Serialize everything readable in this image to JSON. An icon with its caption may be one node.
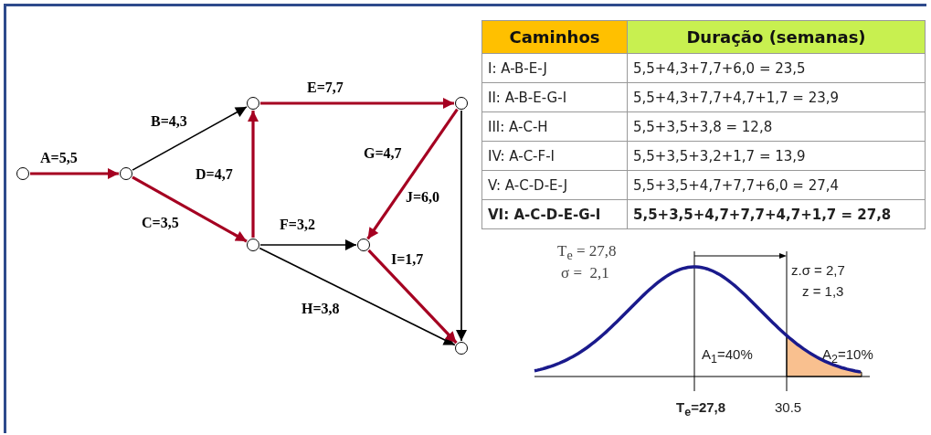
{
  "diagram": {
    "nodes": [
      {
        "text": [],
        "shape": "circle"
      },
      {
        "text": [],
        "shape": "circle"
      },
      {
        "text": [],
        "shape": "circle"
      },
      {
        "text": [],
        "shape": "circle"
      },
      {
        "text": [],
        "shape": "circle"
      },
      {
        "text": [],
        "shape": "circle"
      },
      {
        "text": [],
        "shape": "circle"
      }
    ],
    "edges": [
      {
        "from": 0,
        "to": 1,
        "arrow": "to",
        "label": "A=5,5"
      },
      {
        "from": 1,
        "to": 2,
        "arrow": "to",
        "label": "B=4,3",
        "color": "#000000"
      },
      {
        "from": 1,
        "to": 3,
        "arrow": "to",
        "label": "C=3,5"
      },
      {
        "from": 3,
        "to": 2,
        "arrow": "to",
        "label": "D=4,7"
      },
      {
        "from": 2,
        "to": 5,
        "arrow": "to",
        "label": "E=7,7"
      },
      {
        "from": 3,
        "to": 4,
        "arrow": "to",
        "label": "F=3,2",
        "color": "#000000"
      },
      {
        "from": 5,
        "to": 4,
        "arrow": "to",
        "label": "G=4,7"
      },
      {
        "from": 3,
        "to": 6,
        "arrow": "to",
        "label": "H=3,8",
        "color": "#000000"
      },
      {
        "from": 4,
        "to": 6,
        "arrow": "to",
        "label": "I=1,7"
      },
      {
        "from": 5,
        "to": 6,
        "arrow": "to",
        "label": "J=6,0",
        "color": "#000000"
      }
    ],
    "labels": [
      "Caminhos",
      "Duração (semanas)",
      "I:  A-B-E-J",
      "5,5+4,3+7,7+6,0 = 23,5",
      "II: A-B-E-G-I",
      "5,5+4,3+7,7+4,7+1,7 = 23,9",
      "III: A-C-H",
      "5,5+3,5+3,8 = 12,8",
      "IV: A-C-F-I",
      "5,5+3,5+3,2+1,7 = 13,9",
      "V: A-C-D-E-J",
      "5,5+3,5+4,7+7,7+6,0 = 27,4",
      "VI: A-C-D-E-G-I",
      "5,5+3,5+4,7+7,7+4,7+1,7 = 27,8",
      "T$_{e}$ = 27,8",
      "σ =  2,1",
      "z.σ = 2,7",
      "z = 1,3",
      "A$_{1}$=40%",
      "A$_{2}$=10%",
      "T$_{e}$=27,8",
      "30.5"
    ]
  }
}
